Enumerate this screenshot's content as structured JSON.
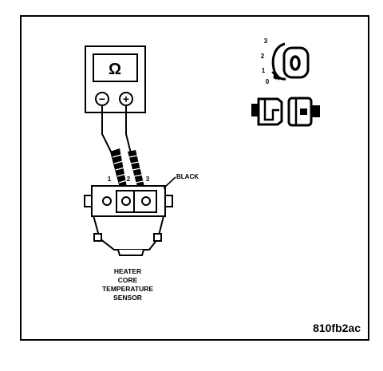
{
  "figure_id": "810fb2ac",
  "ohmmeter": {
    "symbol": "Ω",
    "minus": "−",
    "plus": "+"
  },
  "terminals": [
    "1",
    "2",
    "3"
  ],
  "wire_color_label": "BLACK",
  "sensor_label": [
    "HEATER",
    "CORE",
    "TEMPERATURE",
    "SENSOR"
  ],
  "ignition_positions": [
    "3",
    "2",
    "1",
    "0"
  ],
  "ignition_key_position": "0"
}
